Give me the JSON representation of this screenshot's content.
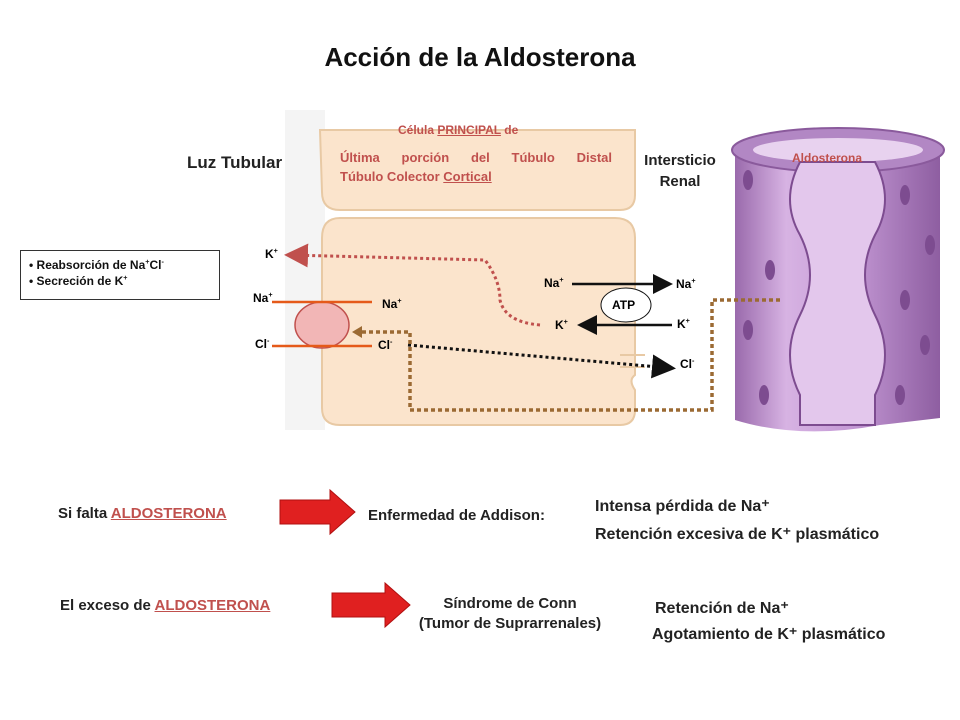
{
  "title": "Acción de la Aldosterona",
  "cell": {
    "header": "Célula PRINCIPAL de",
    "header_prefix": "Célula ",
    "header_underlined": "PRINCIPAL",
    "header_suffix": " de",
    "line1": "Última porción del Túbulo Distal",
    "line2_prefix": "Túbulo Colector ",
    "line2_underlined": "Cortical"
  },
  "regions": {
    "lumen": "Luz Tubular",
    "interstitium_line1": "Intersticio",
    "interstitium_line2": "Renal",
    "vessel_label": "Aldosterona"
  },
  "legend": {
    "items": [
      "Reabsorción de Na⁺Cl⁻",
      "Secreción de K⁺"
    ],
    "item1_base": "Reabsorción de Na",
    "item1_sup1": "+",
    "item1_mid": "Cl",
    "item1_sup2": "-",
    "item2_base": "Secreción de K",
    "item2_sup": "+"
  },
  "ions": {
    "k_lumen": "K+",
    "na_lumen": "Na+",
    "cl_lumen": "Cl-",
    "na_cell": "Na+",
    "cl_cell": "Cl-",
    "na_pump_in": "Na+",
    "na_pump_out": "Na+",
    "k_pump_in": "K+",
    "k_pump_out": "K+",
    "cl_interstitium": "Cl-",
    "atp": "ATP"
  },
  "consequences": [
    {
      "cause_prefix": "Si falta ",
      "cause_hormone": "ALDOSTERONA",
      "disease": "Enfermedad de Addison:",
      "effect1": "Intensa pérdida de Na⁺",
      "effect2": "Retención excesiva de K⁺ plasmático"
    },
    {
      "cause_prefix": "El exceso de ",
      "cause_hormone": "ALDOSTERONA",
      "disease_line1": "Síndrome de Conn",
      "disease_line2": "(Tumor de Suprarrenales)",
      "effect1": "Retención de Na⁺",
      "effect2": "Agotamiento de K⁺ plasmático"
    }
  ],
  "colors": {
    "cell_fill": "#fbe4cc",
    "cell_outline": "#e8c9a4",
    "vessel_fill": "#c9a0d8",
    "vessel_dark": "#8a5a9c",
    "vessel_light": "#e8d2ef",
    "dotted_brown": "#9b6a33",
    "dotted_red": "#c0504d",
    "arrow_red": "#e02020",
    "label_salmon": "#c0504d",
    "channel_fill": "#f2b6b6"
  }
}
